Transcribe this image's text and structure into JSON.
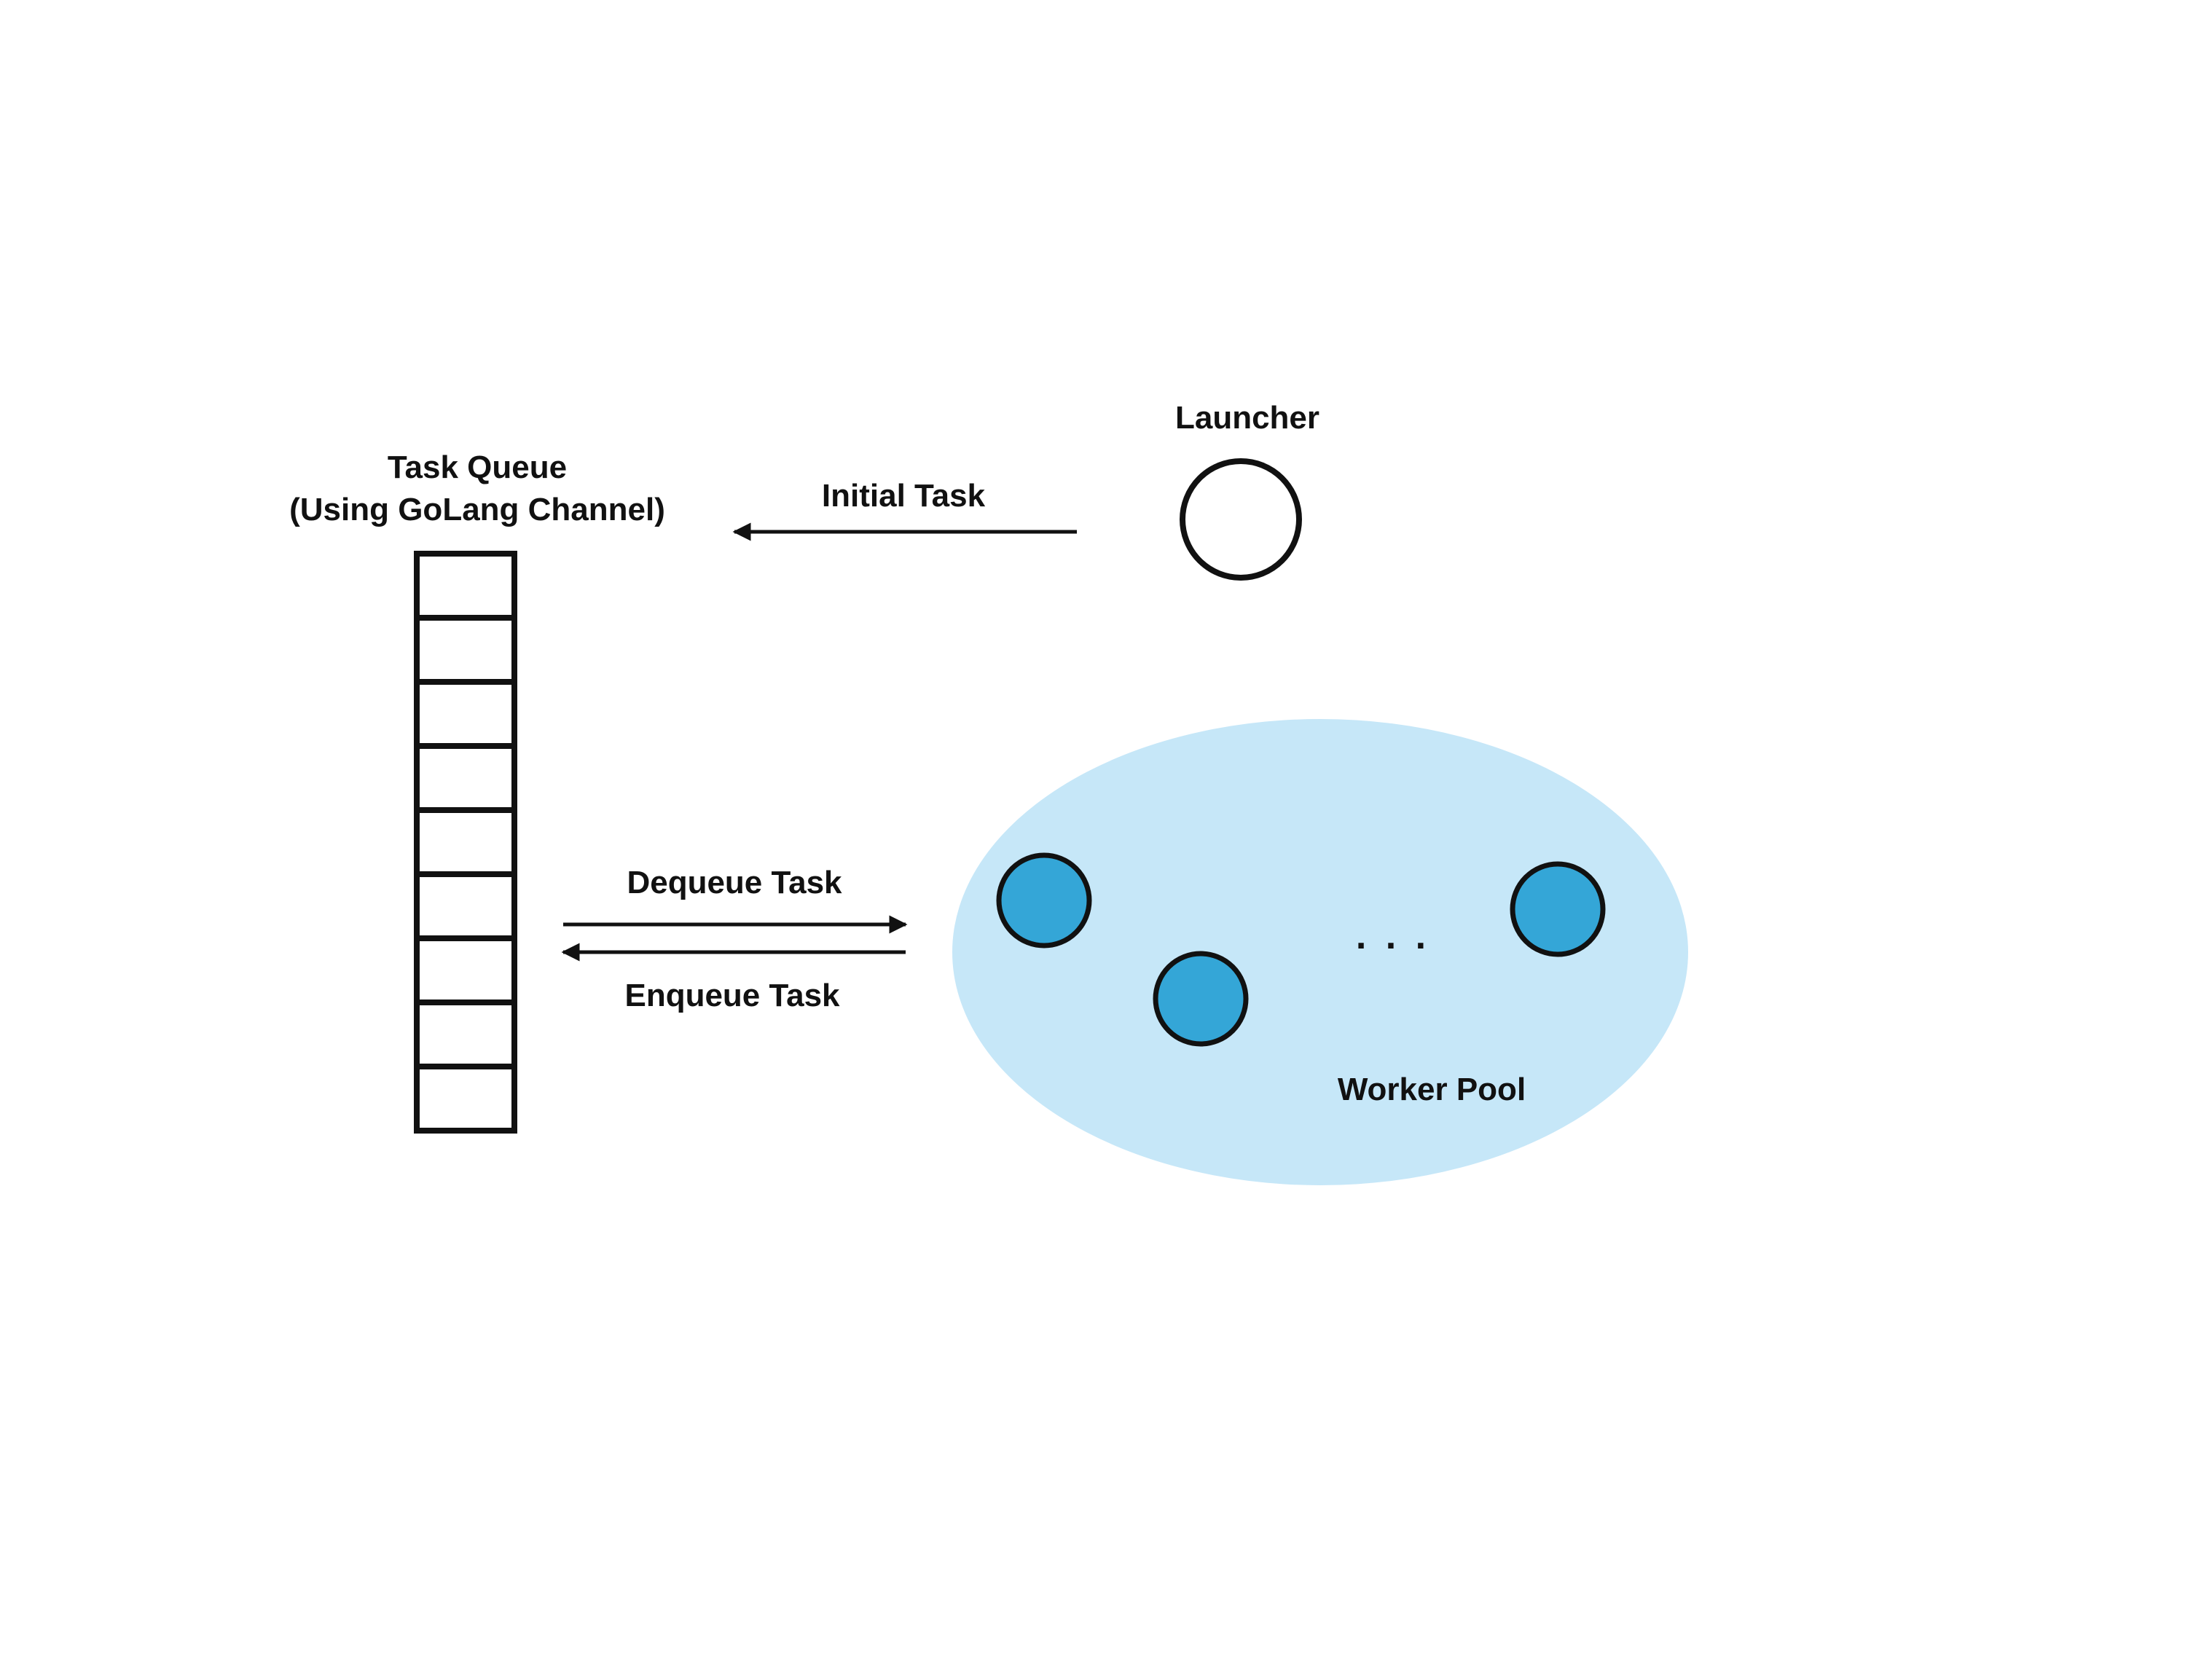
{
  "labels": {
    "launcher": "Launcher",
    "task_queue_title": "Task Queue",
    "task_queue_subtitle": "(Using GoLang Channel)",
    "initial_task": "Initial Task",
    "dequeue_task": "Dequeue Task",
    "enqueue_task": "Enqueue Task",
    "worker_pool": "Worker Pool",
    "ellipsis": ". . ."
  },
  "queue": {
    "slot_count": 9
  },
  "workers": {
    "shown": 3
  },
  "colors": {
    "background": "#ffffff",
    "stroke": "#111111",
    "pool_fill": "#c6e7f8",
    "worker_fill": "#34a6d7",
    "launcher_fill": "#ffffff"
  }
}
